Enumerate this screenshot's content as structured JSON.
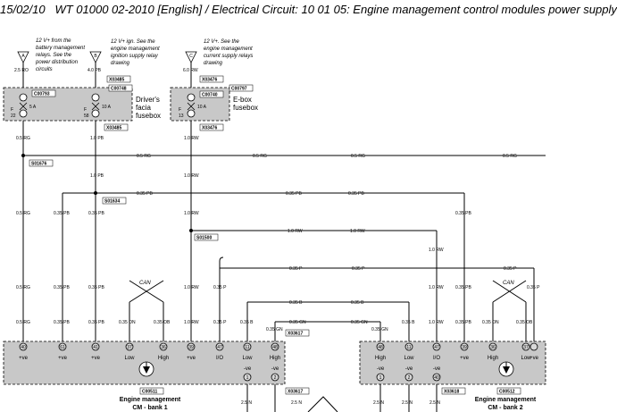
{
  "header": {
    "date": "15/02/10",
    "title": "WT 01000 02-2010 [English] / Electrical Circuit: 10 01 05: Engine management control modules power supply"
  },
  "notes": {
    "battery": [
      "12 V+ from the",
      "battery management",
      "relays. See the",
      "power distribution",
      "circuits"
    ],
    "ignition": [
      "12 V+ ign. See the",
      "engine management",
      "ignition supply relay",
      "drawing"
    ],
    "current": [
      "12 V+. See the",
      "engine management",
      "current supply relays",
      "drawing"
    ]
  },
  "supply_labels": {
    "a": "A",
    "b": "B",
    "c": "C"
  },
  "supply_wires": {
    "a": "2.5 RO",
    "b": "4.0 PB",
    "c": "6.0 RW"
  },
  "refs": {
    "x03485": "X03485",
    "x03476": "X03476",
    "c00793": "C00793",
    "c00748": "C00748",
    "c00797": "C00797",
    "c00740": "C00740",
    "x03485b": "X03485",
    "x03476b": "X03476",
    "s01676": "S01676",
    "s01634": "S01634",
    "s01500": "S01500",
    "x03617a": "X03617",
    "x03617b": "X03617",
    "x03618": "X03618",
    "c00511": "C00511",
    "c00512": "C00512"
  },
  "fuses": {
    "f22": {
      "letter": "F",
      "num": "22",
      "rating": "5 A"
    },
    "f58": {
      "letter": "F",
      "num": "58",
      "rating": "10 A"
    },
    "f13": {
      "letter": "F",
      "num": "13",
      "rating": "10 A"
    }
  },
  "fusebox_labels": {
    "drivers": [
      "Driver's",
      "facia",
      "fusebox"
    ],
    "ebox": [
      "E-box",
      "fusebox"
    ]
  },
  "wires": {
    "w05rg": "0.5 RG",
    "w10pb": "1.0 PB",
    "w10rw": "1.0 RW",
    "w035pb": "0.35 PB",
    "w035p": "0.35 P",
    "w035b": "0.35 B",
    "w035on": "0.35 ON",
    "w035ob": "0.35 OB",
    "w035gn": "0.35 GN",
    "w25n": "2.5 N"
  },
  "can_label": "CAN",
  "ecu1": {
    "pins": [
      "40",
      "61",
      "41",
      "37",
      "36",
      "39",
      "47",
      "11",
      "48"
    ],
    "labels": [
      "+ve",
      "+ve",
      "+ve",
      "Low",
      "High",
      "+ve",
      "I/O",
      "Low",
      "High"
    ],
    "neg_pins": [
      "1",
      "2"
    ],
    "neg_label": "-ve",
    "name": [
      "Engine management",
      "CM - bank 1"
    ]
  },
  "ecu2": {
    "pins": [
      "48",
      "11",
      "47",
      "39",
      "36",
      "37"
    ],
    "labels": [
      "High",
      "Low",
      "I/O",
      "+ve",
      "High",
      "Low",
      "+ve"
    ],
    "neg_pins": [
      "1",
      "2",
      "40"
    ],
    "neg_label": "-ve",
    "name": [
      "Engine management",
      "CM - bank 2"
    ]
  }
}
